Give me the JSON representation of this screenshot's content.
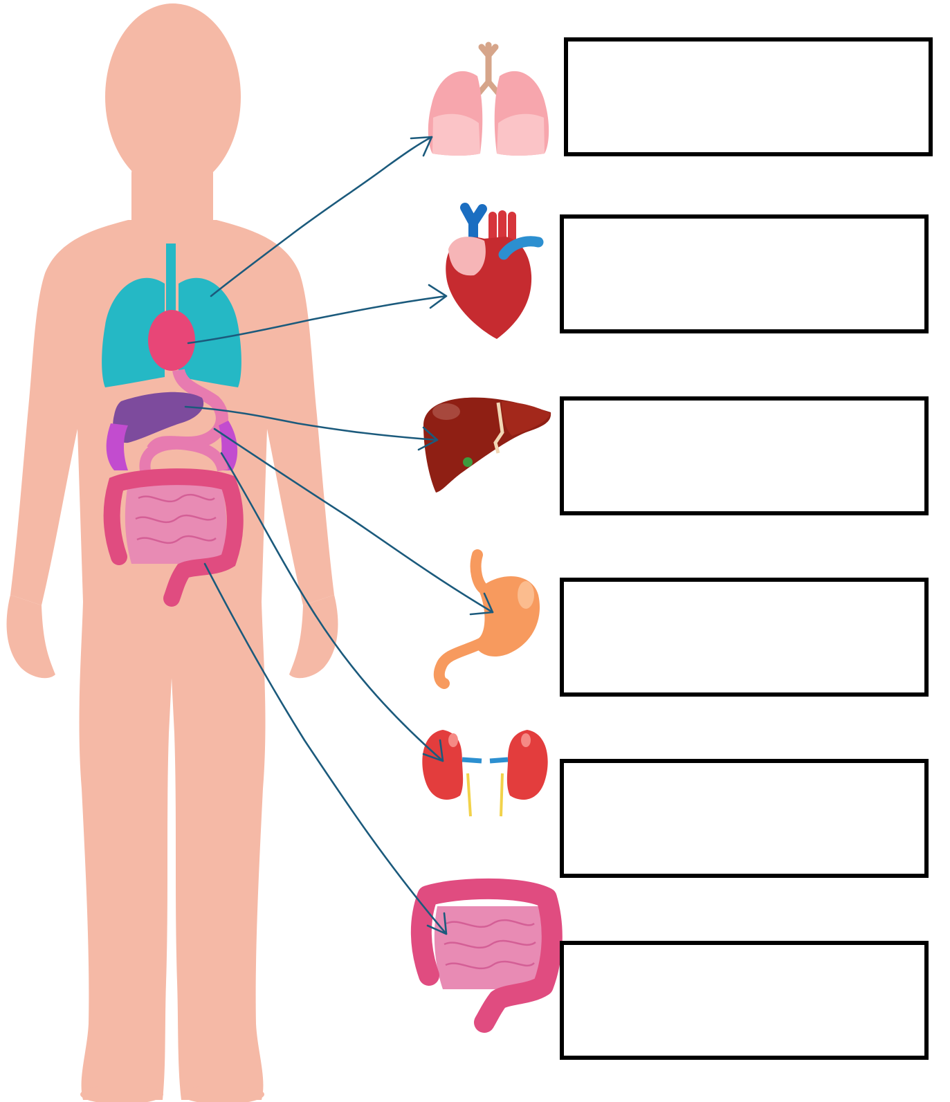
{
  "worksheet": {
    "organs": [
      {
        "id": "lungs",
        "icon": "lungs-icon",
        "answer": ""
      },
      {
        "id": "heart",
        "icon": "heart-icon",
        "answer": ""
      },
      {
        "id": "liver",
        "icon": "liver-icon",
        "answer": ""
      },
      {
        "id": "stomach",
        "icon": "stomach-icon",
        "answer": ""
      },
      {
        "id": "kidneys",
        "icon": "kidneys-icon",
        "answer": ""
      },
      {
        "id": "intestines",
        "icon": "intestines-icon",
        "answer": ""
      }
    ]
  },
  "colors": {
    "body": "#f5b9a6",
    "lungs_in_body": "#25b8c5",
    "heart_in_body": "#e84677",
    "liver_in_body": "#7d4b9d",
    "arrow": "#1b5a7c",
    "box_border": "#000000"
  }
}
